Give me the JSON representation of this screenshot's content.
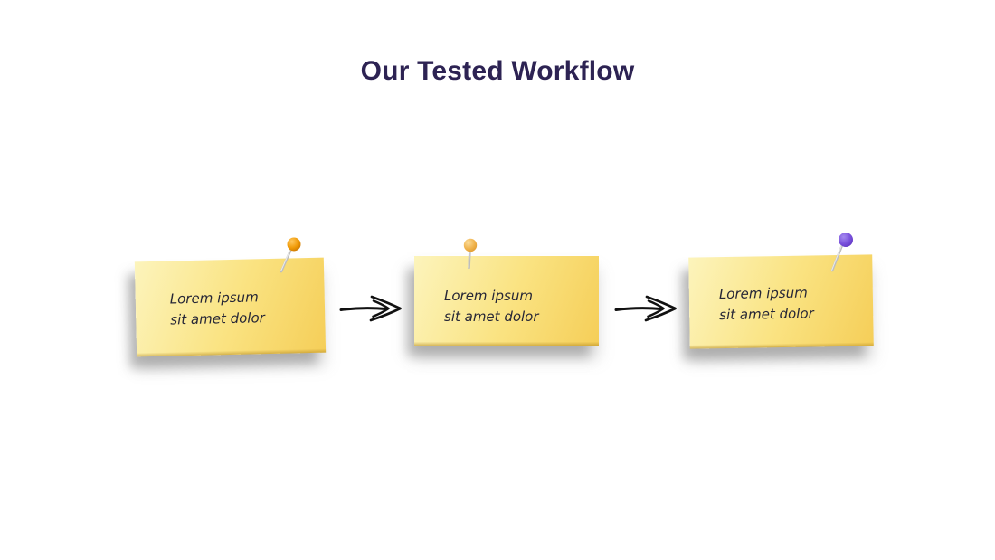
{
  "title": "Our Tested Workflow",
  "title_color": "#2d2353",
  "notes": [
    {
      "line1": "Lorem ipsum",
      "line2": "sit amet dolor",
      "pin": "orange-pushpin",
      "pin_color": "#ef9a08"
    },
    {
      "line1": "Lorem ipsum",
      "line2": "sit amet dolor",
      "pin": "gold-pushpin",
      "pin_color": "#f0b44e"
    },
    {
      "line1": "Lorem ipsum",
      "line2": "sit amet dolor",
      "pin": "purple-pushpin",
      "pin_color": "#7a52dc"
    }
  ],
  "colors": {
    "note_gradient_start": "#fcf4bc",
    "note_gradient_mid": "#fae382",
    "note_gradient_end": "#f5ce58",
    "note_text": "#262636",
    "arrow": "#111111",
    "needle": "#c0c0c0",
    "background": "#ffffff"
  }
}
